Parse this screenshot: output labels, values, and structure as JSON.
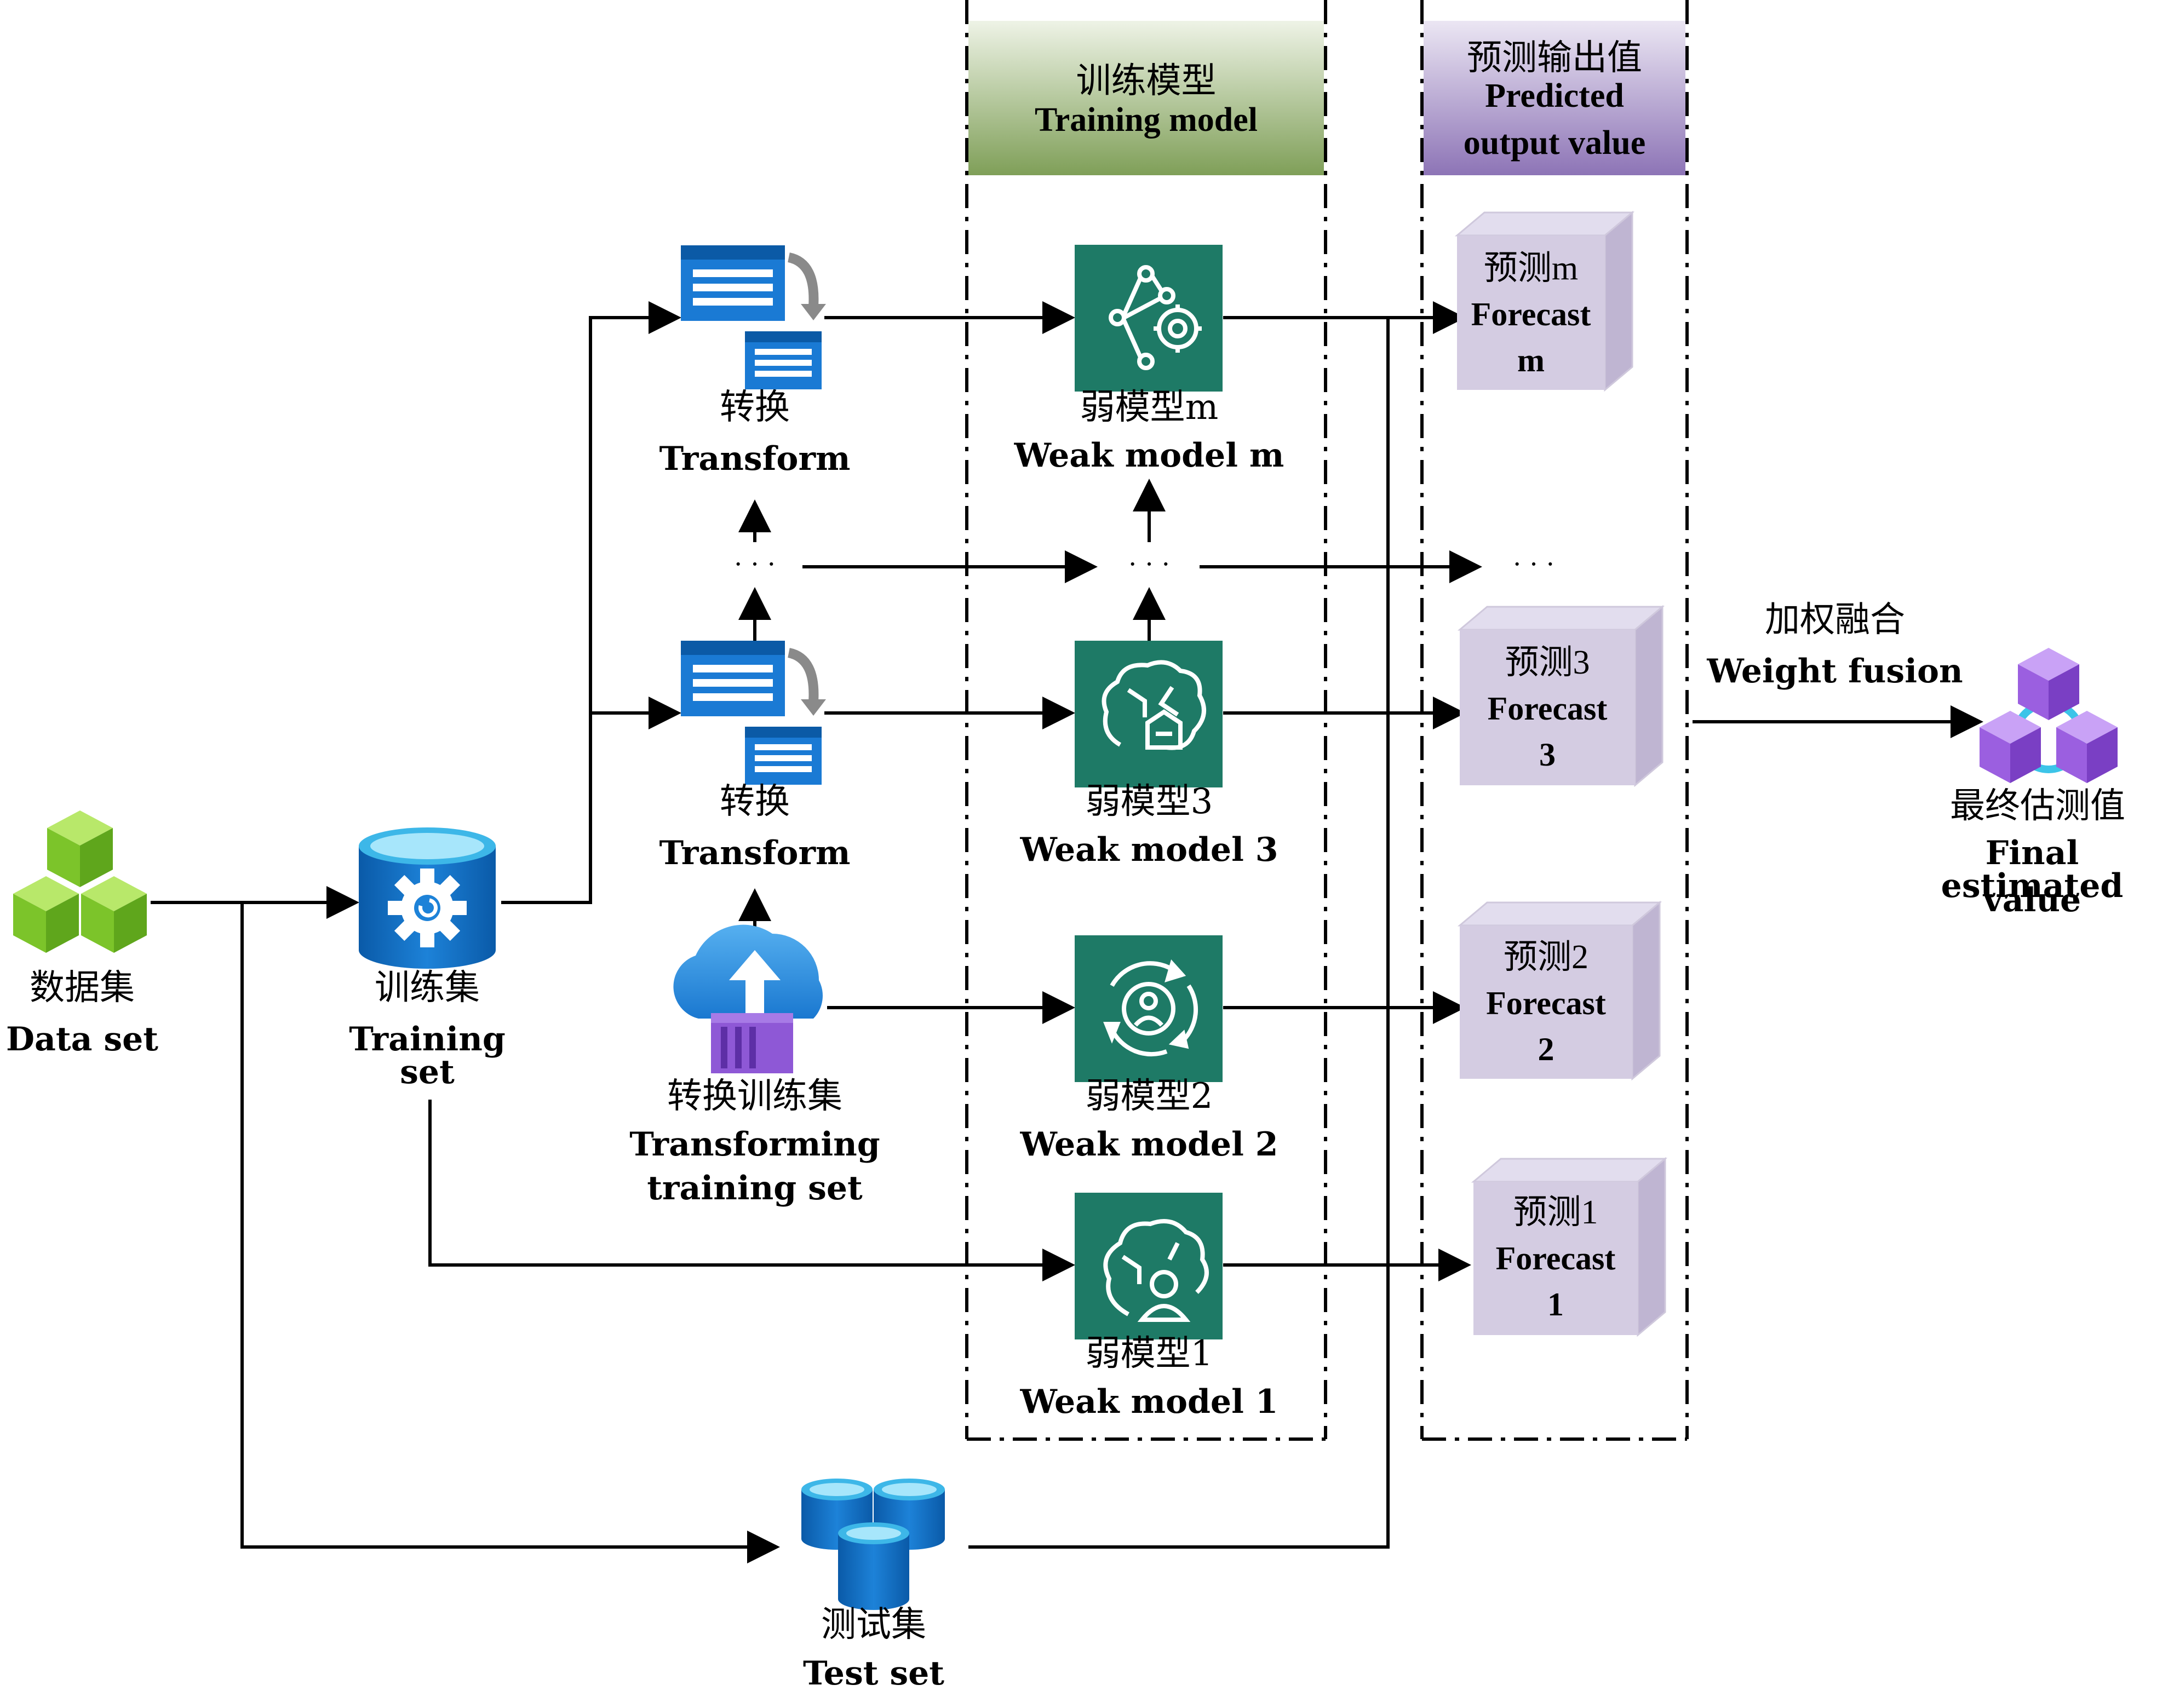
{
  "dataset": {
    "cn": "数据集",
    "en": "Data set"
  },
  "training_set": {
    "cn": "训练集",
    "en": "Training set"
  },
  "test_set": {
    "cn": "测试集",
    "en": "Test set"
  },
  "transforming_set": {
    "cn": "转换训练集",
    "en1": "Transforming",
    "en2": "training set"
  },
  "transform_top": {
    "cn": "转换",
    "en": "Transform"
  },
  "transform_mid": {
    "cn": "转换",
    "en": "Transform"
  },
  "column_training": {
    "cn": "训练模型",
    "en": "Training model"
  },
  "column_output": {
    "cn": "预测输出值",
    "en1": "Predicted",
    "en2": "output value"
  },
  "weak_models": [
    {
      "cn": "弱模型m",
      "en": "Weak model m"
    },
    {
      "cn": "弱模型3",
      "en": "Weak model 3"
    },
    {
      "cn": "弱模型2",
      "en": "Weak model 2"
    },
    {
      "cn": "弱模型1",
      "en": "Weak model 1"
    }
  ],
  "forecasts": [
    {
      "cn": "预测m",
      "en": "Forecast",
      "id": "m"
    },
    {
      "cn": "预测3",
      "en": "Forecast",
      "id": "3"
    },
    {
      "cn": "预测2",
      "en": "Forecast",
      "id": "2"
    },
    {
      "cn": "预测1",
      "en": "Forecast",
      "id": "1"
    }
  ],
  "fusion": {
    "cn": "加权融合",
    "en": "Weight fusion"
  },
  "final": {
    "cn": "最终估测值",
    "en1": "Final estimated",
    "en2": "value"
  },
  "ellipsis": "· · ·",
  "colors": {
    "green_icon": "#8ccf2f",
    "blue_icon": "#0d6cc2",
    "teal_model": "#1e7a66",
    "lilac_box": "#d4cce2",
    "purple_icon": "#9b5fe0",
    "header_green": "#8aa86a",
    "header_purple": "#9a84c0"
  }
}
